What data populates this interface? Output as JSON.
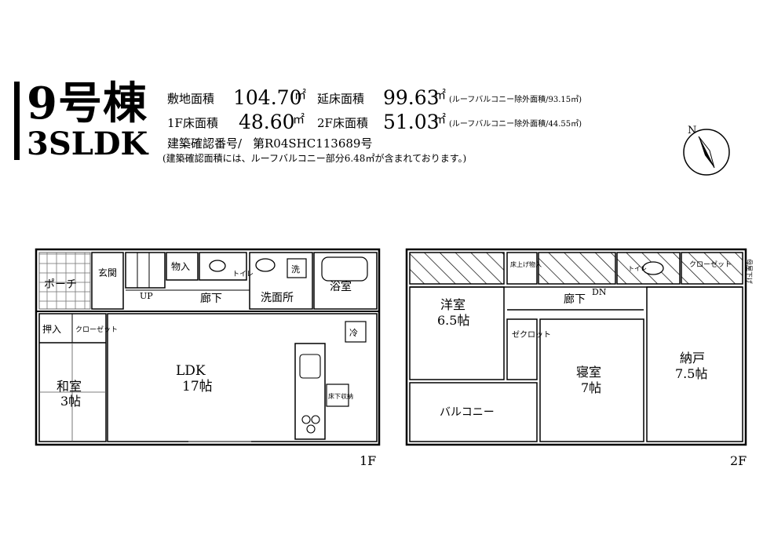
{
  "header": {
    "building": "9号棟",
    "plan_type": "3SLDK",
    "site_area_label": "敷地面積",
    "site_area_value": "104.70",
    "total_floor_area_label": "延床面積",
    "total_floor_area_value": "99.63",
    "total_floor_area_note": "(ルーフバルコニー除外面積/93.15㎡)",
    "floor1_label": "1F床面積",
    "floor1_value": "48.60",
    "floor2_label": "2F床面積",
    "floor2_value": "51.03",
    "floor2_note": "(ルーフバルコニー除外面積/44.55㎡)",
    "unit": "㎡",
    "permit_label": "建築確認番号/",
    "permit_value": "第R04SHC113689号",
    "permit_note": "(建築確認面積には、ルーフバルコニー部分6.48㎡が含まれております。)"
  },
  "compass": {
    "label": "N"
  },
  "floor1": {
    "label": "1F",
    "porch": "ポーチ",
    "entrance": "玄関",
    "storage": "物入",
    "up": "UP",
    "toilet": "トイレ",
    "washer": "洗",
    "hallway": "廊下",
    "washroom": "洗面所",
    "bath": "浴室",
    "oshiire": "押入",
    "closet": "クローゼット",
    "fridge": "冷",
    "ldk_name": "LDK",
    "ldk_size": "17帖",
    "washitsu_name": "和室",
    "washitsu_size": "3帖",
    "underfloor": "床下収納"
  },
  "floor2": {
    "label": "2F",
    "storage_ud": "床上げ物入",
    "toilet": "トイレ",
    "closet": "クローゼット",
    "loft_storage": "母屋下げ",
    "western_name": "洋室",
    "western_size": "6.5帖",
    "hallway": "廊下",
    "dn": "DN",
    "wic": "ゼクロット",
    "bedroom_name": "寝室",
    "bedroom_size": "7帖",
    "nando_name": "納戸",
    "nando_size": "7.5帖",
    "balcony": "バルコニー"
  }
}
